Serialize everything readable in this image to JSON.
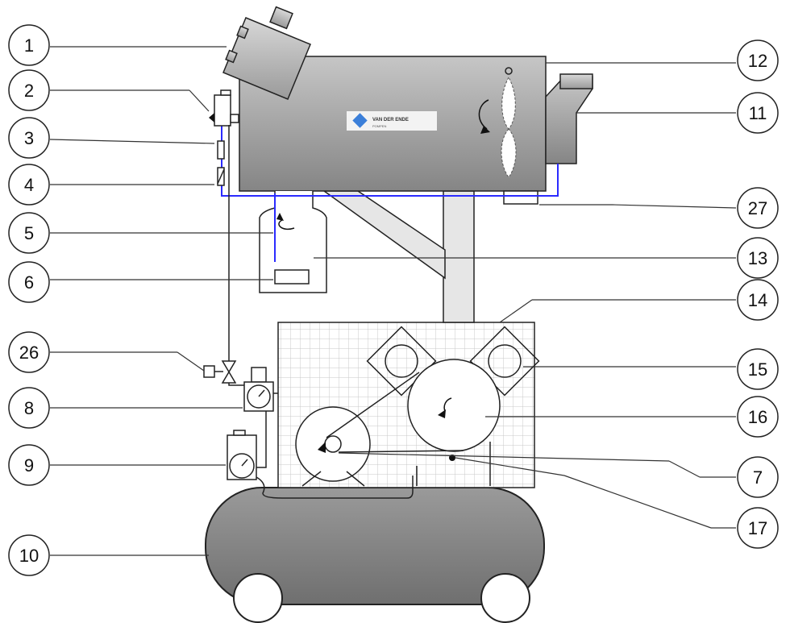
{
  "callouts": [
    {
      "label": "1"
    },
    {
      "label": "2"
    },
    {
      "label": "3"
    },
    {
      "label": "4"
    },
    {
      "label": "5"
    },
    {
      "label": "6"
    },
    {
      "label": "26"
    },
    {
      "label": "8"
    },
    {
      "label": "9"
    },
    {
      "label": "10"
    },
    {
      "label": "12"
    },
    {
      "label": "11"
    },
    {
      "label": "27"
    },
    {
      "label": "13"
    },
    {
      "label": "14"
    },
    {
      "label": "15"
    },
    {
      "label": "16"
    },
    {
      "label": "7"
    },
    {
      "label": "17"
    }
  ],
  "brand": {
    "name": "VAN DER ENDE",
    "subtitle": "POMPEN",
    "logo_color": "#3b7fd9"
  },
  "colors": {
    "pipe_blue": "#2b2bff",
    "housing_top": "#bdbdbd",
    "housing_bottom": "#8c8c8c",
    "mesh_line": "#c9c9c9",
    "column": "#e6e6e6",
    "outline": "#222222"
  }
}
